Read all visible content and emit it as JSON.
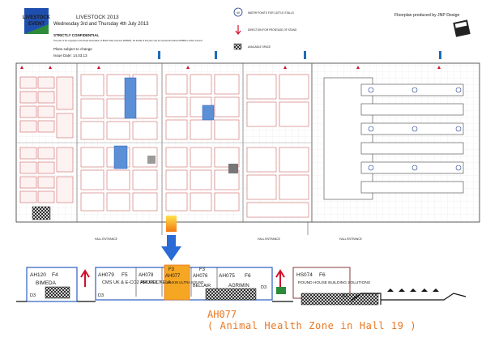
{
  "logo": {
    "line1": "LIVESTOCK",
    "line2": "EVENT"
  },
  "header": {
    "title": "LIVESTOCK 2013",
    "dates": "Wednesday 3rd and Thursday 4th July 2013",
    "confidential": "STRICTLY CONFIDENTIAL",
    "copyright": "This plan is the copyright of the Royal Association of British Dairy Farmers (RABDF). No details of this plan may be reproduced without RABDF's written consent",
    "subject": "Plans subject to change",
    "issue": "Issue Date: 14.03.13"
  },
  "legend": {
    "water": "WATER POINTS FOR CATTLE STALLS",
    "direction": "DIRECTION FOR FRONTAGE OF STAND",
    "space": "AVAILABLE SPACE"
  },
  "producer": "Floorplan produced by JNP Design",
  "entrances": [
    "HALL ENTRANCE",
    "HALL ENTRANCE",
    "HALL ENTRANCE"
  ],
  "zoom": {
    "stands": [
      {
        "code": "AH120",
        "zone": "F4",
        "name": "BIMEDA"
      },
      {
        "code": "AH079",
        "zone": "F5",
        "name": "CMS UK & E-CO2 PROJECT",
        "row": "D3"
      },
      {
        "code": "AH078",
        "zone": "",
        "name": "AMUPOL KELA"
      },
      {
        "code": "AH077",
        "zone": "F3",
        "name": "KAIXIN ULTRA SOUND"
      },
      {
        "code": "AH076",
        "zone": "F3",
        "name": "BELLAIR"
      },
      {
        "code": "AH075",
        "zone": "F6",
        "name": "AGRIMIN",
        "row": "D3"
      },
      {
        "code": "HS074",
        "zone": "F6",
        "name": "ROUND HOUSE BUILDING SOLUTIONS",
        "row": "D3"
      }
    ],
    "row_label": "D3"
  },
  "caption": {
    "code": "AH077",
    "zone": "( Animal Health Zone in Hall 19 )"
  },
  "colors": {
    "highlight": "#f5a623",
    "caption": "#e87722",
    "arrow_blue": "#2a6bd6",
    "stand_blue": "#2b5fbf",
    "direction_red": "#d1112b",
    "highlight_blue": "#5b8fd6"
  }
}
